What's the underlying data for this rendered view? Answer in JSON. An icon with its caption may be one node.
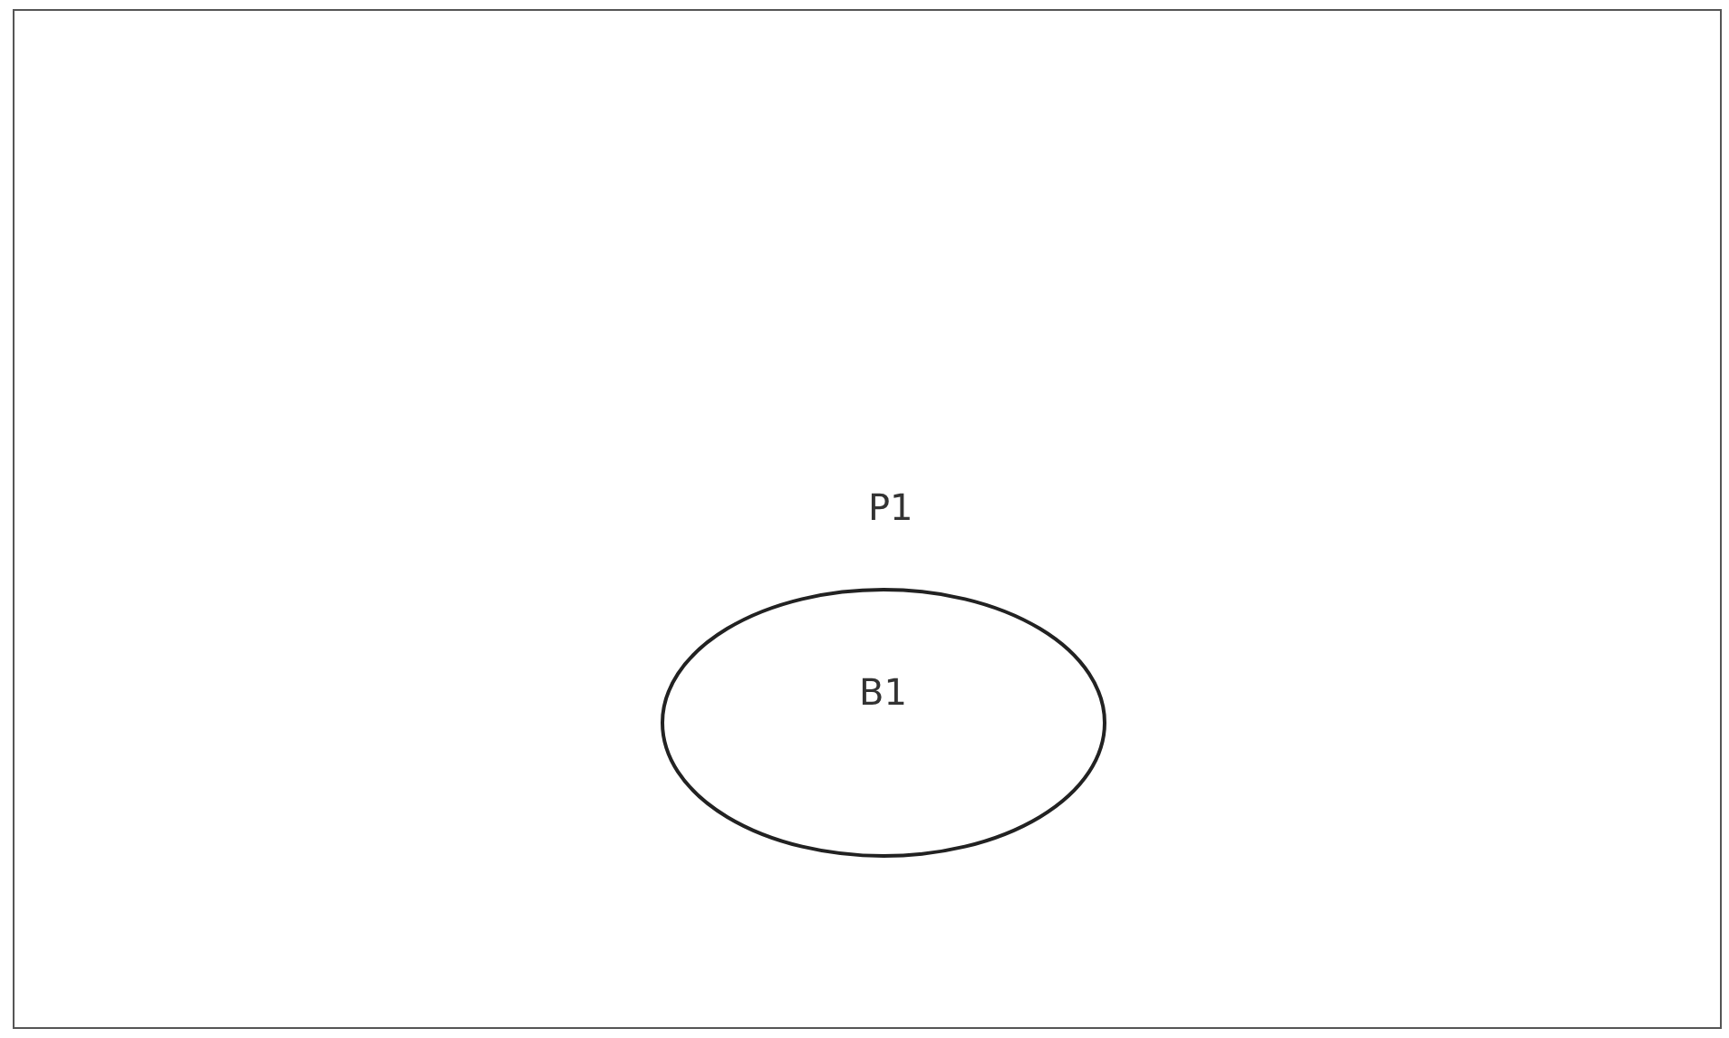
{
  "diagram": {
    "nodes": [
      {
        "text": [
          "P1"
        ]
      },
      {
        "text": [
          "B1"
        ],
        "in": 0
      }
    ]
  }
}
